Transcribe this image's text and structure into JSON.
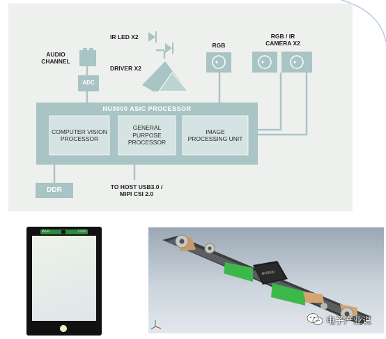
{
  "diagram": {
    "processor_title": "NU3000 ASIC PROCESSOR",
    "blocks": {
      "cv": "COMPUTER VISION PROCESSOR",
      "gp": "GENERAL PURPOSE PROCESSOR",
      "ip": "IMAGE PROCESSING UNIT"
    },
    "peripherals": {
      "adc": "ADC",
      "ddr": "DDR",
      "audio_channel": "AUDIO CHANNEL",
      "ir_led": "IR LED X2",
      "driver": "DRIVER X2",
      "rgb": "RGB",
      "rgb_ir": "RGB / IR CAMERA X2",
      "host": "TO HOST USB3.0 / MIPI CSI 2.0"
    },
    "colors": {
      "block": "#a8c4c4",
      "inner_block": "#d5e3e2",
      "inner_text": "#2a2a2a",
      "panel": "#eef0ee"
    }
  },
  "tablet": {
    "status_left": "Wi-Fi",
    "status_right": "12:00"
  },
  "render": {
    "chip_label": "NU3000"
  },
  "watermark": {
    "text": "电子产业说"
  }
}
